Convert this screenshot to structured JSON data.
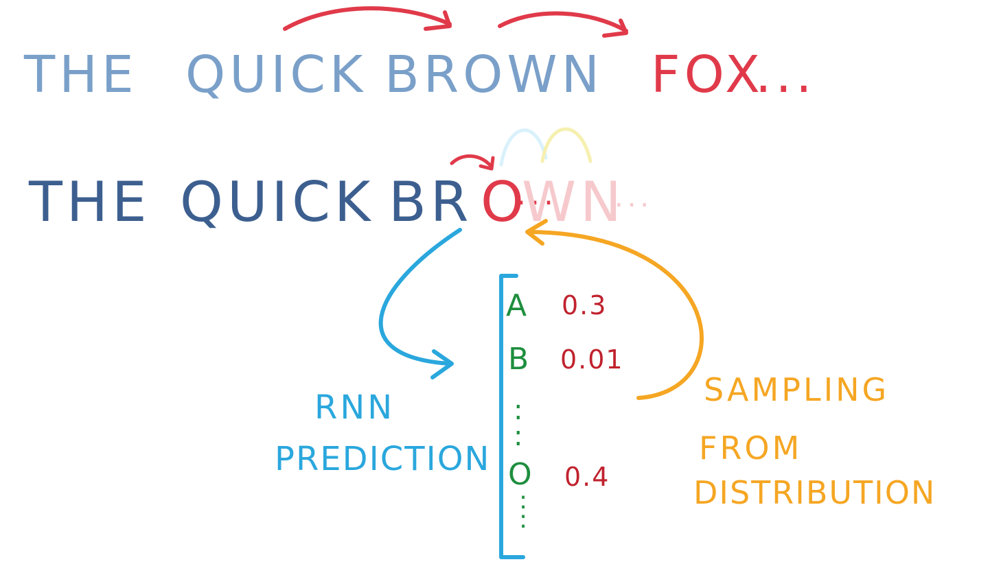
{
  "colors": {
    "blue_top": "#7aa0c9",
    "blue_mid": "#3c5f8f",
    "red": "#e03a4a",
    "cyan": "#2aa7dd",
    "orange": "#f5a623",
    "green": "#1e8e3e",
    "dark_red": "#c0222e",
    "faded_red": "#f6c9cd",
    "faded_yellow": "#f6f0b0",
    "faded_cyan": "#d9f1fb"
  },
  "line1": {
    "words": [
      "THE",
      "QUICK",
      "BROWN"
    ],
    "predicted": "FOX",
    "ellipsis": "..."
  },
  "line2": {
    "words": [
      "THE",
      "QUICK"
    ],
    "partial": "BR",
    "current_char": "O",
    "pending": "...",
    "faded_suffix": "WN",
    "faded_ellipsis": "..."
  },
  "distribution": {
    "rows": [
      {
        "char": "A",
        "prob": "0.3"
      },
      {
        "char": "B",
        "prob": "0.01"
      },
      {
        "char": "O",
        "prob": "0.4"
      }
    ],
    "dots": ":"
  },
  "labels": {
    "rnn": "RNN",
    "prediction": "PREDICTION",
    "sampling": "SAMPLING",
    "from": "FROM",
    "distribution": "DISTRIBUTION"
  }
}
